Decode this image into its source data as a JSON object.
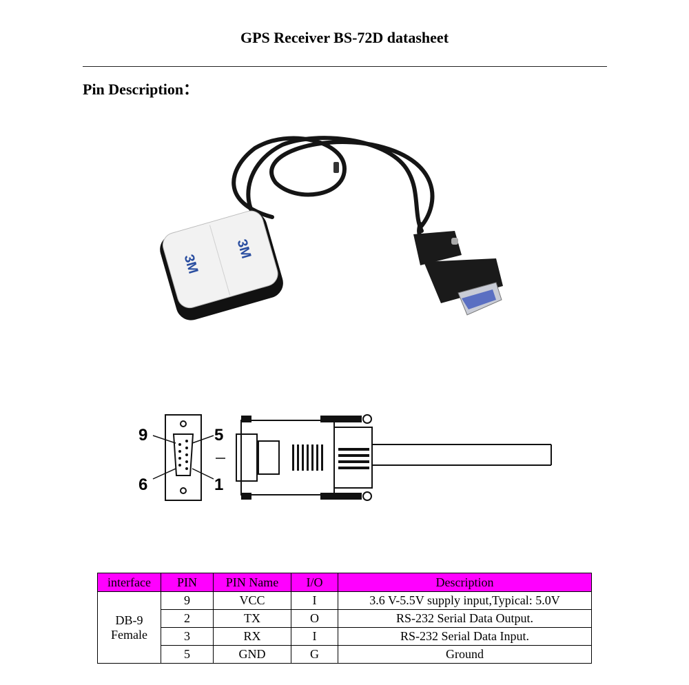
{
  "doc": {
    "title": "GPS Receiver BS-72D datasheet",
    "section": "Pin Description："
  },
  "figures": {
    "product_photo": {
      "name": "gps-receiver-with-db9-cable"
    },
    "connector": {
      "pin_top_left": "9",
      "pin_top_right": "5",
      "pin_bottom_left": "6",
      "pin_bottom_right": "1"
    }
  },
  "table": {
    "header_color": "#ff00ff",
    "headers": [
      "interface",
      "PIN",
      "PIN Name",
      "I/O",
      "Description"
    ],
    "interface": [
      "DB-9",
      "Female"
    ],
    "rows": [
      {
        "pin": "9",
        "name": "VCC",
        "io": "I",
        "desc": "3.6 V-5.5V supply input,Typical: 5.0V"
      },
      {
        "pin": "2",
        "name": "TX",
        "io": "O",
        "desc": "RS-232 Serial Data Output."
      },
      {
        "pin": "3",
        "name": "RX",
        "io": "I",
        "desc": "RS-232 Serial Data Input."
      },
      {
        "pin": "5",
        "name": "GND",
        "io": "G",
        "desc": "Ground"
      }
    ]
  }
}
